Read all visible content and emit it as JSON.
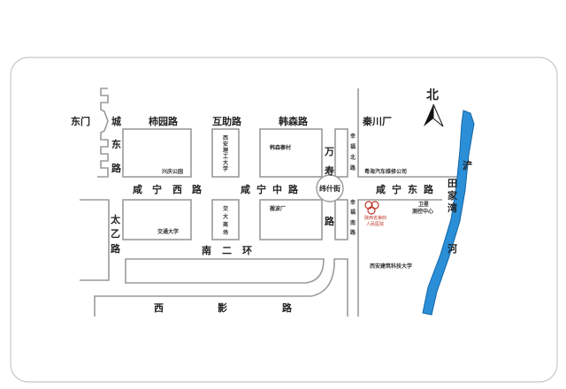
{
  "map": {
    "north_label": "北",
    "roads": {
      "dongmen": "东门",
      "chengdong": [
        "城",
        "东",
        "路"
      ],
      "shiyuan": "柿园路",
      "huzhu": "互助路",
      "hansen": "韩森路",
      "wanshou": [
        "万",
        "寿",
        "路"
      ],
      "xingfu_north": [
        "幸",
        "福",
        "北",
        "路"
      ],
      "xingfu_south": [
        "幸",
        "福",
        "南",
        "路"
      ],
      "xianning_west": [
        "咸",
        "宁",
        "西",
        "路"
      ],
      "xianning_mid": [
        "咸",
        "宁",
        "中",
        "路"
      ],
      "xianning_east": [
        "咸",
        "宁",
        "东",
        "路"
      ],
      "taiyi": [
        "太",
        "乙",
        "路"
      ],
      "nanerhuan": [
        "南",
        "二",
        "环"
      ],
      "xiying": [
        "西",
        "影",
        "路"
      ],
      "weishijie": "纬什街"
    },
    "places": {
      "qinchuan": "秦川厂",
      "xingqing_park": "兴庆公园",
      "xaut": [
        "西",
        "安",
        "理",
        "工",
        "大",
        "学"
      ],
      "jiaoda_mall": [
        "交",
        "大",
        "商",
        "场"
      ],
      "hansenzhai": "韩森寨村",
      "bangbo": "搬波厂",
      "jiaotong_univ": "交通大学",
      "yuehai": "粤海汽车维修公司",
      "tianjiawan": [
        "田",
        "家",
        "湾"
      ],
      "satellite_1": "卫星",
      "satellite_2": "测控中心",
      "hospital_1": "陕西省第四",
      "hospital_2": "人民医院",
      "xauat": "西安建筑科技大学",
      "river": [
        "浐",
        "河"
      ]
    },
    "colors": {
      "river": "#2a8fd6",
      "river_edge": "#1565a8",
      "hospital": "#c0392b",
      "road_line": "#9a9a9a"
    }
  }
}
